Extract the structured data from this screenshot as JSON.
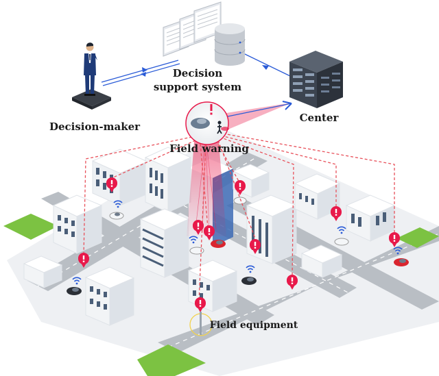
{
  "labels": {
    "decision_maker": "Decision-maker",
    "decision_support_line1": "Decision",
    "decision_support_line2": "support system",
    "center": "Center",
    "field_warning": "Field warning",
    "field_equipment": "Field equipment"
  },
  "colors": {
    "warning_red": "#e8194a",
    "dashed_link": "#e8505a",
    "data_flow_blue": "#2a5bd7",
    "road": "#b9bec4",
    "grass": "#7cc242",
    "building": "#f4f6f8",
    "window": "#4a5e78",
    "server": "#3c4450"
  },
  "icons": {
    "warning_pin": "exclamation-pin-icon",
    "wireless": "wifi-signal-icon"
  }
}
